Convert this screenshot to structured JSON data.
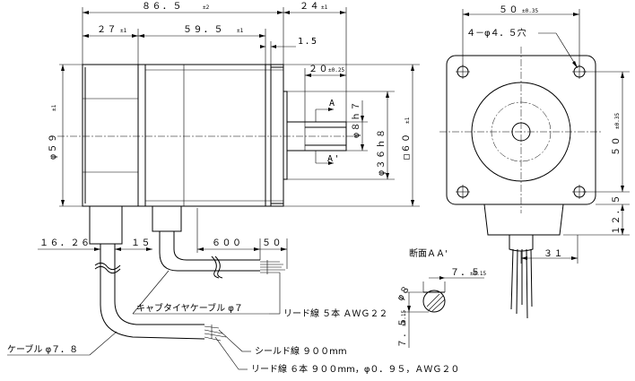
{
  "labels": {
    "overall_length": "８６．５",
    "overall_length_tol": "±2",
    "shaft_length": "２４",
    "shaft_length_tol": "±1",
    "rear_len": "２７",
    "rear_len_tol": "±1",
    "front_len": "５９．５",
    "front_len_tol": "±1",
    "flange_thk": "1.5",
    "key_len": "２０",
    "key_len_tol": "±0.25",
    "body_dia": "φ５９",
    "body_dia_tol": "±1",
    "shaft_dia": "φ８ｈ７",
    "pilot_dia": "φ３６ｈ８",
    "flange_sq": "□６０",
    "flange_sq_tol": "±1",
    "section_a": "A",
    "section_a2": "A'",
    "front_width": "５０",
    "front_width_tol": "±0.35",
    "holes": "４－φ４．５穴",
    "front_height": "５０",
    "front_height_tol": "±0.35",
    "side_offset": "１２．５",
    "bottom_offset": "３１",
    "section_title": "断面ＡＡ'",
    "flat_width": "７．５",
    "flat_width_tol": "±0.15",
    "flat_depth": "７．５",
    "flat_depth_tol": "±0.15",
    "flat_dia": "φ８",
    "dim_1626": "１６．２６",
    "dim_15": "１５",
    "dim_600": "６００",
    "dim_50": "５０",
    "cabtire": "キャブタイヤケーブル φ７",
    "lead5": "リード線 ５本 ＡＷＧ２２",
    "cable": "ケーブル φ７．８",
    "shield": "シールド線 ９００mm",
    "lead6": "リード線 ６本 ９００mm，φ０．９５，ＡＷＧ２０"
  }
}
